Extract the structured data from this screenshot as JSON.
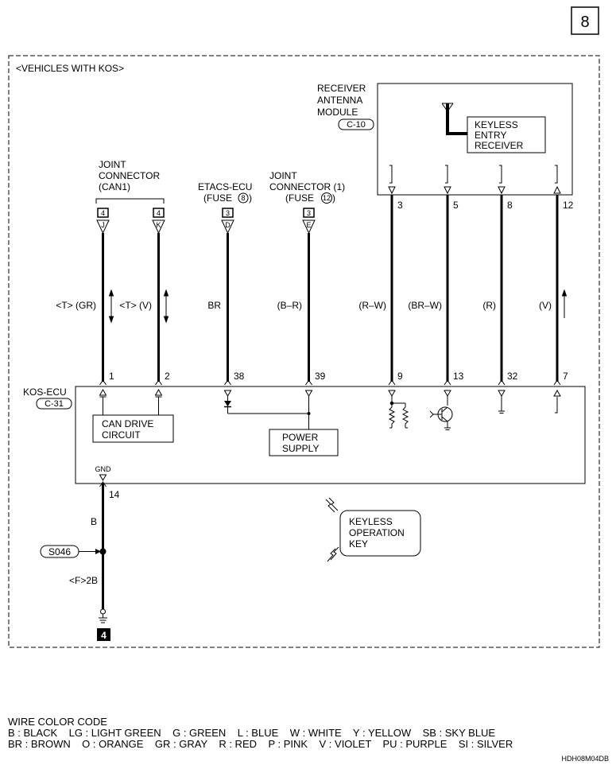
{
  "page_number": "8",
  "section_title": "<VEHICLES WITH KOS>",
  "receiver": {
    "title_lines": [
      "RECEIVER",
      "ANTENNA",
      "MODULE"
    ],
    "connector": "C-10",
    "inner_lines": [
      "KEYLESS",
      "ENTRY",
      "RECEIVER"
    ]
  },
  "joint_can1": {
    "lines": [
      "JOINT",
      "CONNECTOR",
      "(CAN1)"
    ]
  },
  "etacs": {
    "lines": [
      "ETACS-ECU",
      "(FUSE",
      "8",
      ")"
    ]
  },
  "joint1": {
    "lines": [
      "JOINT",
      "CONNECTOR (1)",
      "(FUSE",
      "12",
      ")"
    ]
  },
  "connector_tags": [
    {
      "box": "4",
      "letter": "J"
    },
    {
      "box": "4",
      "letter": "K"
    },
    {
      "box": "3",
      "letter": "D"
    },
    {
      "box": "3",
      "letter": "E"
    }
  ],
  "wires": [
    {
      "pin_top": "",
      "pin_bottom": "1",
      "color": "<T> (GR)"
    },
    {
      "pin_top": "",
      "pin_bottom": "2",
      "color": "<T> (V)"
    },
    {
      "pin_top": "",
      "pin_bottom": "38",
      "color": "BR"
    },
    {
      "pin_top": "",
      "pin_bottom": "39",
      "color": "(B–R)"
    },
    {
      "pin_top": "3",
      "pin_bottom": "9",
      "color": "(R–W)"
    },
    {
      "pin_top": "5",
      "pin_bottom": "13",
      "color": "(BR–W)"
    },
    {
      "pin_top": "8",
      "pin_bottom": "32",
      "color": "(R)"
    },
    {
      "pin_top": "12",
      "pin_bottom": "7",
      "color": "(V)"
    }
  ],
  "kos_ecu": {
    "name": "KOS-ECU",
    "connector": "C-31",
    "can_lines": [
      "CAN DRIVE",
      "CIRCUIT"
    ],
    "power_lines": [
      "POWER",
      "SUPPLY"
    ],
    "gnd_label": "GND"
  },
  "ground": {
    "pin": "14",
    "color": "B",
    "splice": "S046",
    "location": "<F>2B",
    "ground_point": "4"
  },
  "keyless_key": {
    "lines": [
      "KEYLESS",
      "OPERATION",
      "KEY"
    ]
  },
  "legend": {
    "title": "WIRE COLOR CODE",
    "row1": "B : BLACK    LG : LIGHT GREEN    G : GREEN    L : BLUE    W : WHITE    Y : YELLOW    SB : SKY BLUE",
    "row2": "BR : BROWN    O : ORANGE    GR : GRAY    R : RED    P : PINK    V : VIOLET    PU : PURPLE    SI : SILVER"
  },
  "diagram_code": "HDH08M04DB"
}
